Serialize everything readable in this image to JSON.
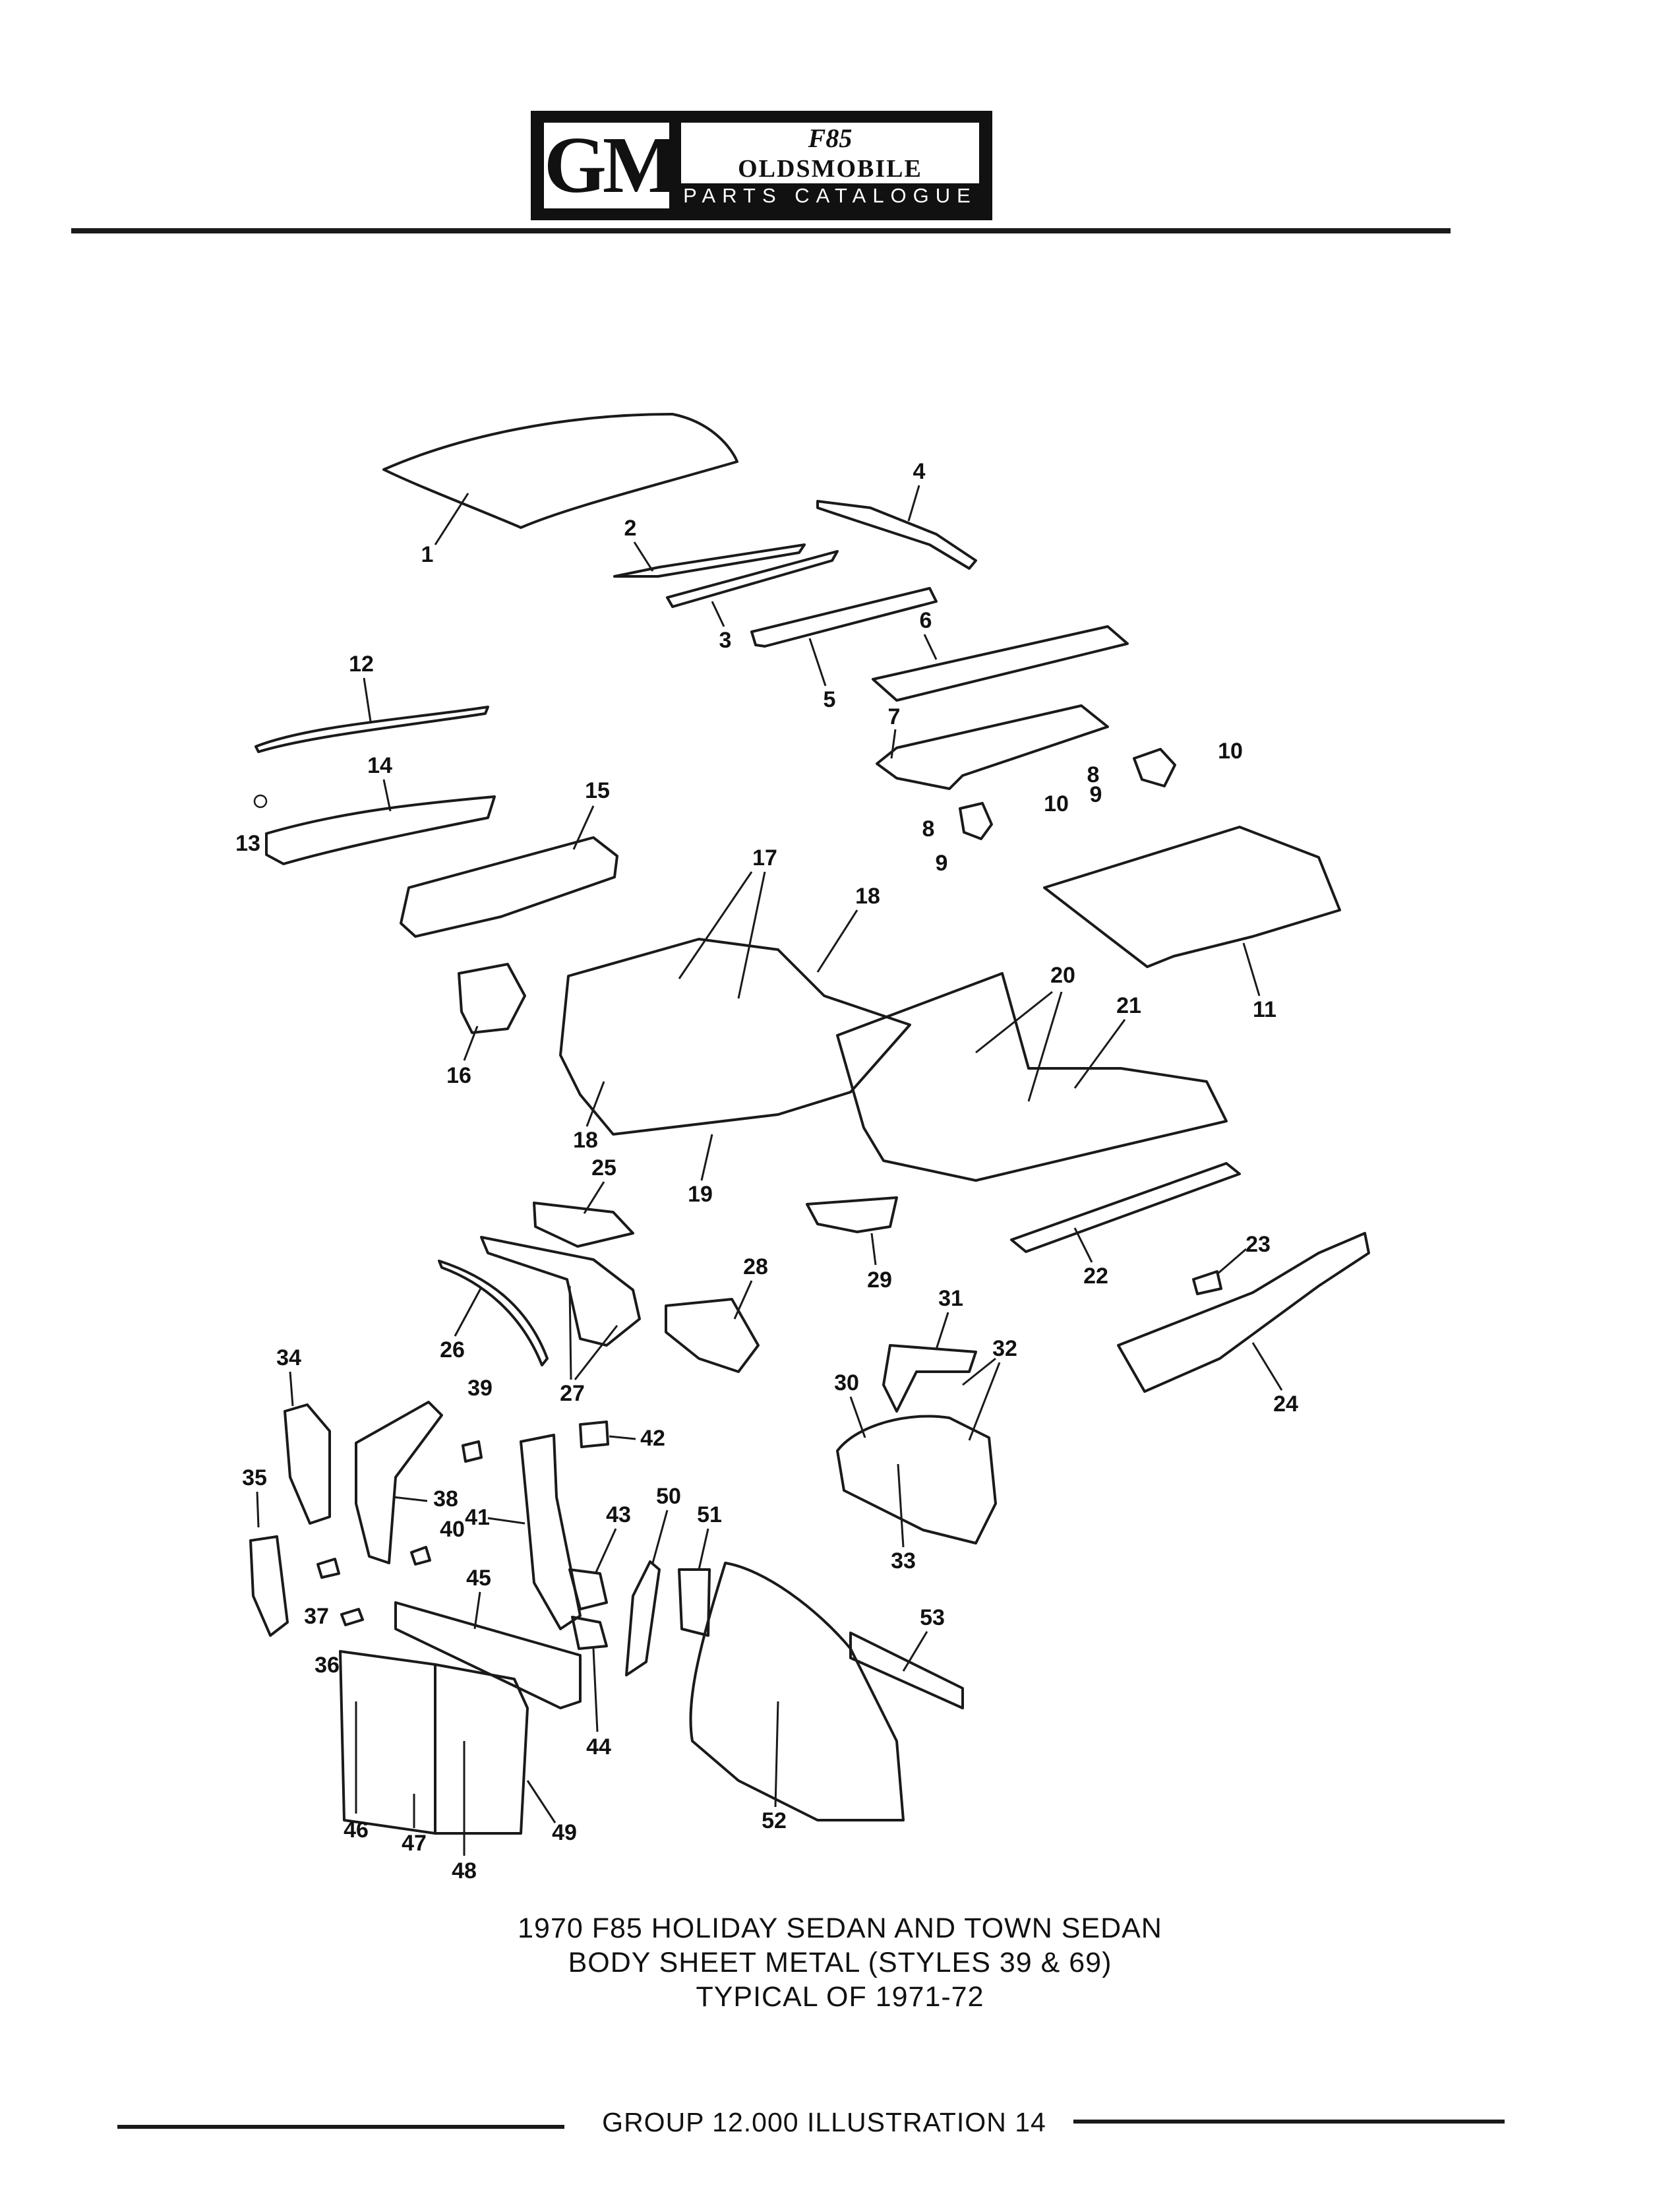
{
  "header": {
    "logo_gm": "GM",
    "logo_model": "F85",
    "logo_brand": "OLDSMOBILE",
    "logo_sub": "PARTS CATALOGUE"
  },
  "diagram": {
    "callouts": [
      "1",
      "2",
      "3",
      "4",
      "5",
      "6",
      "7",
      "8",
      "9",
      "10",
      "8",
      "9",
      "10",
      "11",
      "12",
      "13",
      "14",
      "15",
      "16",
      "17",
      "18",
      "18",
      "19",
      "20",
      "21",
      "22",
      "23",
      "24",
      "25",
      "26",
      "27",
      "28",
      "29",
      "30",
      "31",
      "32",
      "33",
      "34",
      "35",
      "36",
      "37",
      "38",
      "39",
      "40",
      "41",
      "42",
      "43",
      "44",
      "45",
      "46",
      "47",
      "48",
      "49",
      "50",
      "51",
      "52",
      "53"
    ]
  },
  "caption": {
    "line1": "1970 F85 HOLIDAY SEDAN AND TOWN SEDAN",
    "line2": "BODY SHEET METAL (STYLES 39 & 69)",
    "line3": "TYPICAL OF 1971-72"
  },
  "footer": {
    "text": "GROUP 12.000 ILLUSTRATION 14"
  }
}
